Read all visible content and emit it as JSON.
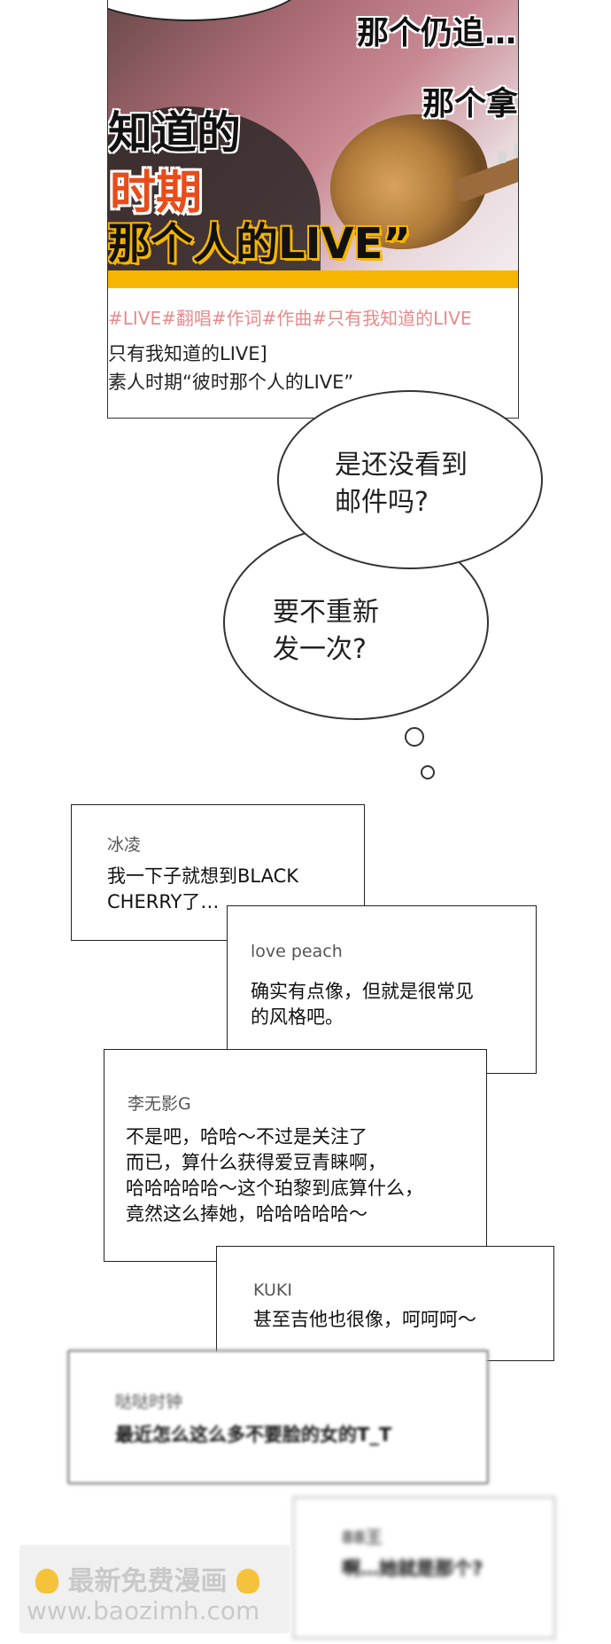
{
  "video_card": {
    "overlay": {
      "line_top_right": "那个仍追…",
      "line_right": "那个拿",
      "line1": "知道的",
      "line2": "时期",
      "line3": "那个人的LIVE”"
    },
    "tags": "#LIVE#翻唱#作词#作曲#只有我知道的LIVE",
    "title_line1": "只有我知道的LIVE]",
    "title_line2": "素人时期“彼时那个人的LIVE”"
  },
  "thought_bubbles": [
    {
      "text_line1": "是还没看到",
      "text_line2": "邮件吗?"
    },
    {
      "text_line1": "要不重新",
      "text_line2": "发一次?"
    }
  ],
  "comments": [
    {
      "user": "冰凌",
      "lines": [
        "我一下子就想到BLACK",
        "CHERRY了…"
      ]
    },
    {
      "user": "love peach",
      "lines": [
        "确实有点像，但就是很常见",
        "的风格吧。"
      ]
    },
    {
      "user": "李无影G",
      "lines": [
        "不是吧，哈哈～不过是关注了",
        "而已，算什么获得爱豆青睐啊，",
        "哈哈哈哈哈～这个珀黎到底算什么，",
        "竟然这么捧她，哈哈哈哈哈～"
      ]
    },
    {
      "user": "KUKI",
      "lines": [
        "甚至吉他也很像，呵呵呵～"
      ]
    },
    {
      "user": "哒哒时钟",
      "lines": [
        "最近怎么这么多不要脸的女的T_T"
      ]
    },
    {
      "user": "88王",
      "lines": [
        "啊…她就是那个?"
      ]
    }
  ],
  "watermark": {
    "line1": "最新免费漫画",
    "line2": "www.baozimh.com"
  }
}
